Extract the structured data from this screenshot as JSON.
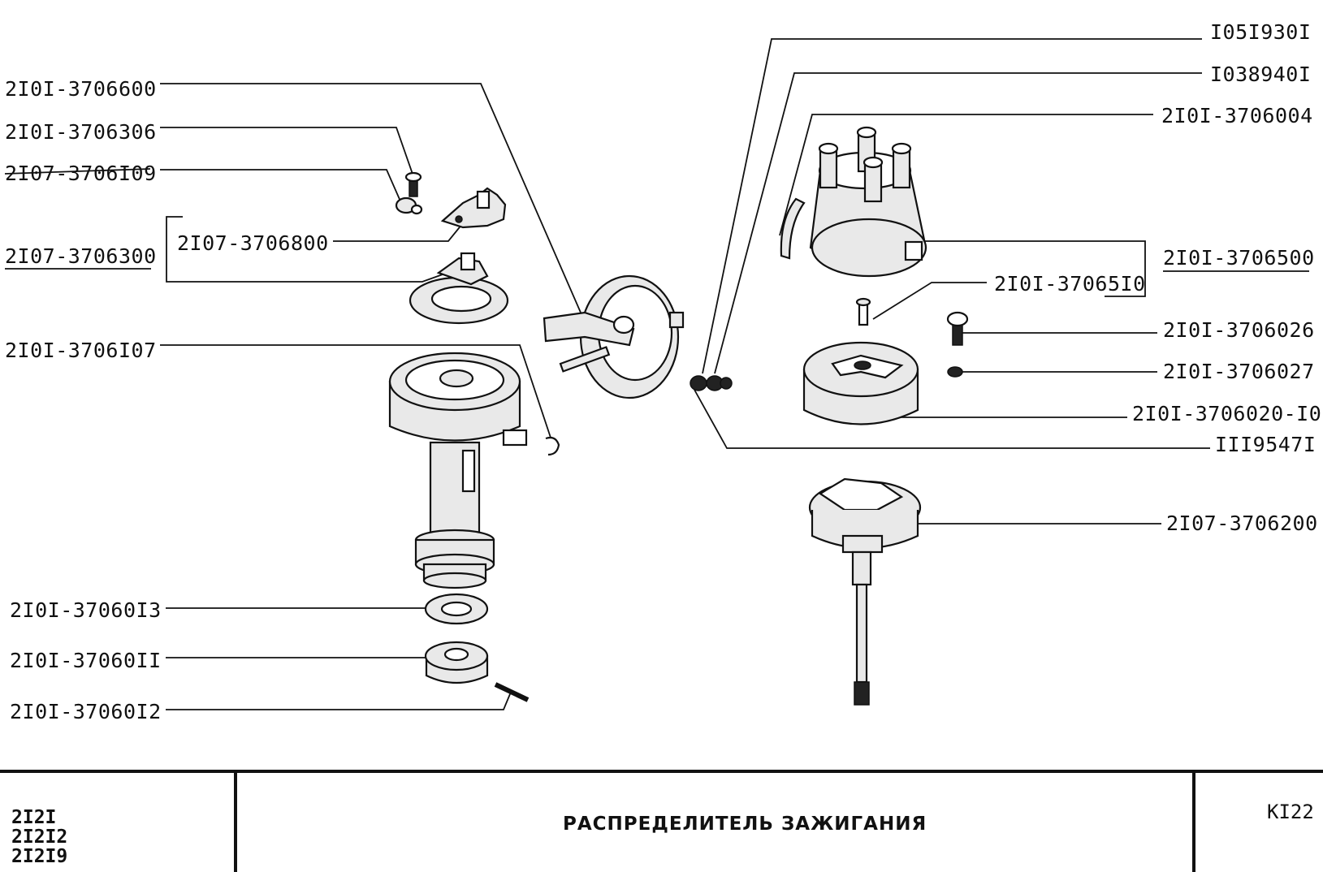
{
  "labels": {
    "l1": "2I0I-3706600",
    "l2": "2I0I-3706306",
    "l3": "2I07-3706I09",
    "l4": "2I07-3706300",
    "l5": "2I07-3706800",
    "l6": "2I0I-3706I07",
    "l7": "2I0I-37060I3",
    "l8": "2I0I-37060II",
    "l9": "2I0I-37060I2",
    "r1": "I05I930I",
    "r2": "I038940I",
    "r3": "2I0I-3706004",
    "r4": "2I0I-3706500",
    "r5": "2I0I-37065I0",
    "r6": "2I0I-3706026",
    "r7": "2I0I-3706027",
    "r8": "2I0I-3706020-I0",
    "r9": "III9547I",
    "r10": "2I07-3706200"
  },
  "title_block": {
    "models": [
      "2I2I",
      "2I2I2",
      "2I2I9"
    ],
    "title": "РАСПРЕДЕЛИТЕЛЬ ЗАЖИГАНИЯ",
    "code": "KI22"
  }
}
